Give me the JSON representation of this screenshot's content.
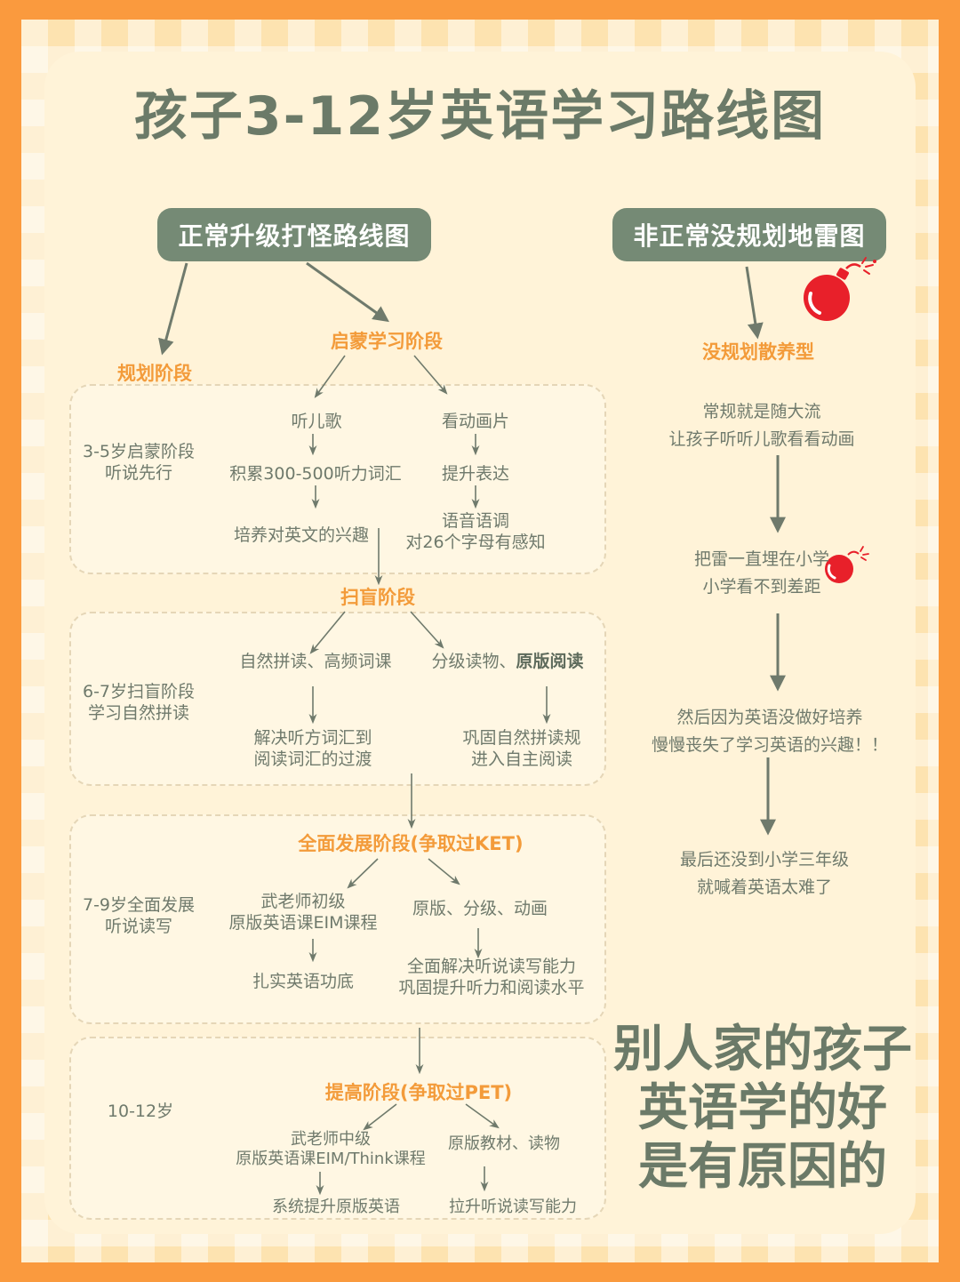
{
  "title": "孩子3-12岁英语学习路线图",
  "left_header": "正常升级打怪路线图",
  "right_header": "非正常没规划地雷图",
  "stages": {
    "planning": "规划阶段",
    "enlighten": "启蒙学习阶段",
    "scan": "扫盲阶段",
    "full": "全面发展阶段(争取过KET)",
    "improve": "提高阶段(争取过PET)"
  },
  "section1": {
    "age_label": "3-5岁启蒙阶段\n听说先行",
    "left_col": [
      "听儿歌",
      "积累300-500听力词汇",
      "培养对英文的兴趣"
    ],
    "right_col": [
      "看动画片",
      "提升表达",
      "语音语调\n对26个字母有感知"
    ]
  },
  "section2": {
    "age_label": "6-7岁扫盲阶段\n学习自然拼读",
    "left_col": [
      "自然拼读、高频词课",
      "解决听方词汇到\n阅读词汇的过渡"
    ],
    "right_col_prefix": "分级读物、",
    "right_col_bold": "原版阅读",
    "right_col_2": "巩固自然拼读规\n进入自主阅读"
  },
  "section3": {
    "age_label": "7-9岁全面发展\n听说读写",
    "left_col": [
      "武老师初级\n原版英语课EIM课程",
      "扎实英语功底"
    ],
    "right_col": [
      "原版、分级、动画",
      "全面解决听说读写能力\n巩固提升听力和阅读水平"
    ]
  },
  "section4": {
    "age_label": "10-12岁",
    "left_col": [
      "武老师中级\n原版英语课EIM/Think课程",
      "系统提升原版英语"
    ],
    "right_col": [
      "原版教材、读物",
      "拉升听说读写能力"
    ]
  },
  "right_flow": {
    "stage": "没规划散养型",
    "steps": [
      "常规就是随大流\n让孩子听听儿歌看看动画",
      "把雷一直埋在小学\n小学看不到差距",
      "然后因为英语没做好培养\n慢慢丧失了学习英语的兴趣！！",
      "最后还没到小学三年级\n就喊着英语太难了"
    ]
  },
  "slogan": "别人家的孩子\n英语学的好\n是有原因的",
  "colors": {
    "frame": "#fa9a3e",
    "card": "#fff3d8",
    "header": "#758a75",
    "stage_text": "#f39b3a",
    "body_text": "#6f7a6c",
    "bomb": "#e8202a"
  }
}
